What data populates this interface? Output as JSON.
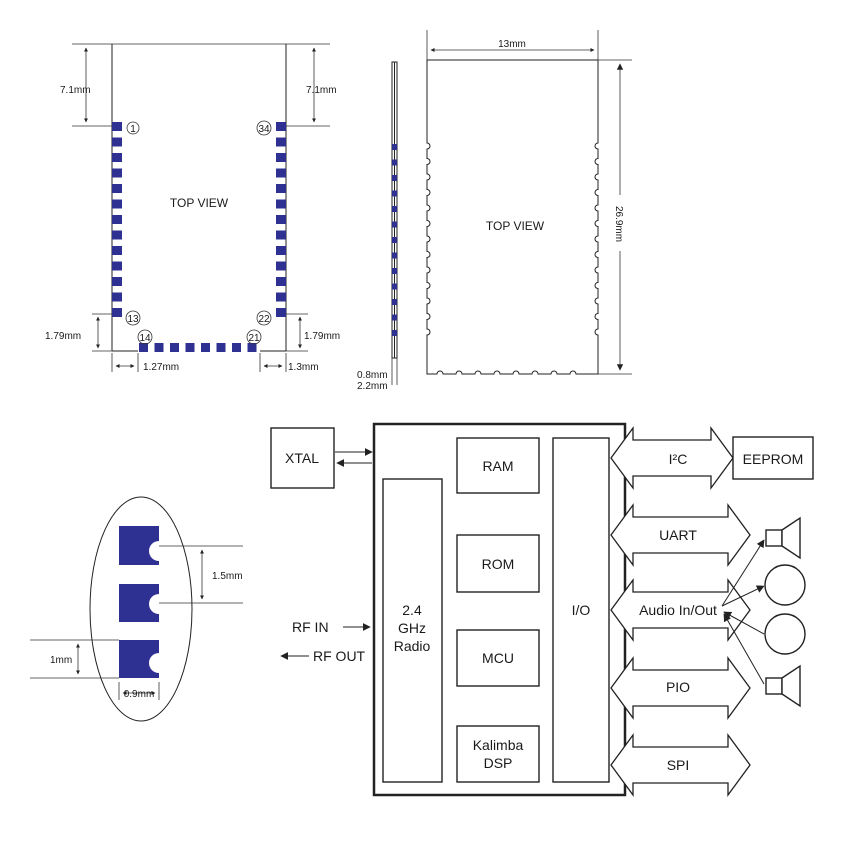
{
  "top_view_left": {
    "title": "TOP VIEW",
    "pin_1": "1",
    "pin_34": "34",
    "pin_13": "13",
    "pin_22": "22",
    "pin_14": "14",
    "pin_21": "21",
    "dim_top_left": "7.1mm",
    "dim_top_right": "7.1mm",
    "dim_bottom_left": "1.79mm",
    "dim_bottom_right": "1.79mm",
    "dim_pitch": "1.27mm",
    "dim_edge": "1.3mm"
  },
  "side_view": {
    "dim_thickness": "0.8mm",
    "dim_total": "2.2mm"
  },
  "top_view_right": {
    "title": "TOP VIEW",
    "width": "13mm",
    "height": "26.9mm"
  },
  "pad_detail": {
    "spacing": "1.5mm",
    "pad_height": "1mm",
    "pad_width": "0.9mm"
  },
  "block_diagram": {
    "xtal": "XTAL",
    "ram": "RAM",
    "rom": "ROM",
    "mcu": "MCU",
    "dsp_line1": "Kalimba",
    "dsp_line2": "DSP",
    "radio_line1": "2.4",
    "radio_line2": "GHz",
    "radio_line3": "Radio",
    "io": "I/O",
    "rf_in": "RF IN",
    "rf_out": "RF OUT",
    "eeprom": "EEPROM",
    "bus_i2c": "I²C",
    "bus_uart": "UART",
    "bus_audio": "Audio In/Out",
    "bus_pio": "PIO",
    "bus_spi": "SPI"
  }
}
